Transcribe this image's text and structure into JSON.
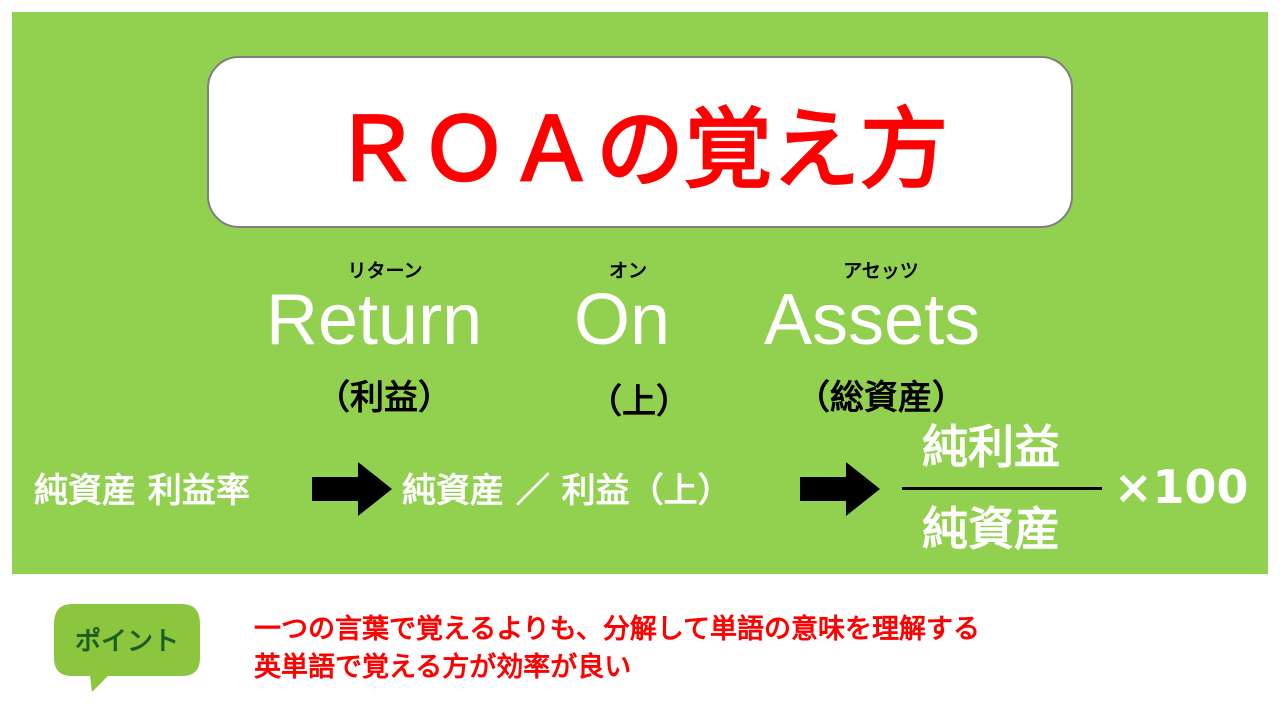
{
  "title": "ＲＯＡの覚え方",
  "words": [
    {
      "word": "Return",
      "ruby": "リターン",
      "meaning": "（利益）"
    },
    {
      "word": "On",
      "ruby": "オン",
      "meaning": "（上）"
    },
    {
      "word": "Assets",
      "ruby": "アセッツ",
      "meaning": "（総資産）"
    }
  ],
  "formula": {
    "step1": "純資産 利益率",
    "step2": "純資産 ／ 利益（上）",
    "numerator": "純利益",
    "denominator": "純資産",
    "multiplier": "×100"
  },
  "point": {
    "badge_label": "ポイント",
    "line1": "一つの言葉で覚えるよりも、分解して単語の意味を理解する",
    "line2": "英単語で覚える方が効率が良い"
  },
  "colors": {
    "panel": "#92d050",
    "title": "#ff0000",
    "badge": "#8cc63f",
    "badge_text": "#2e7d32"
  }
}
